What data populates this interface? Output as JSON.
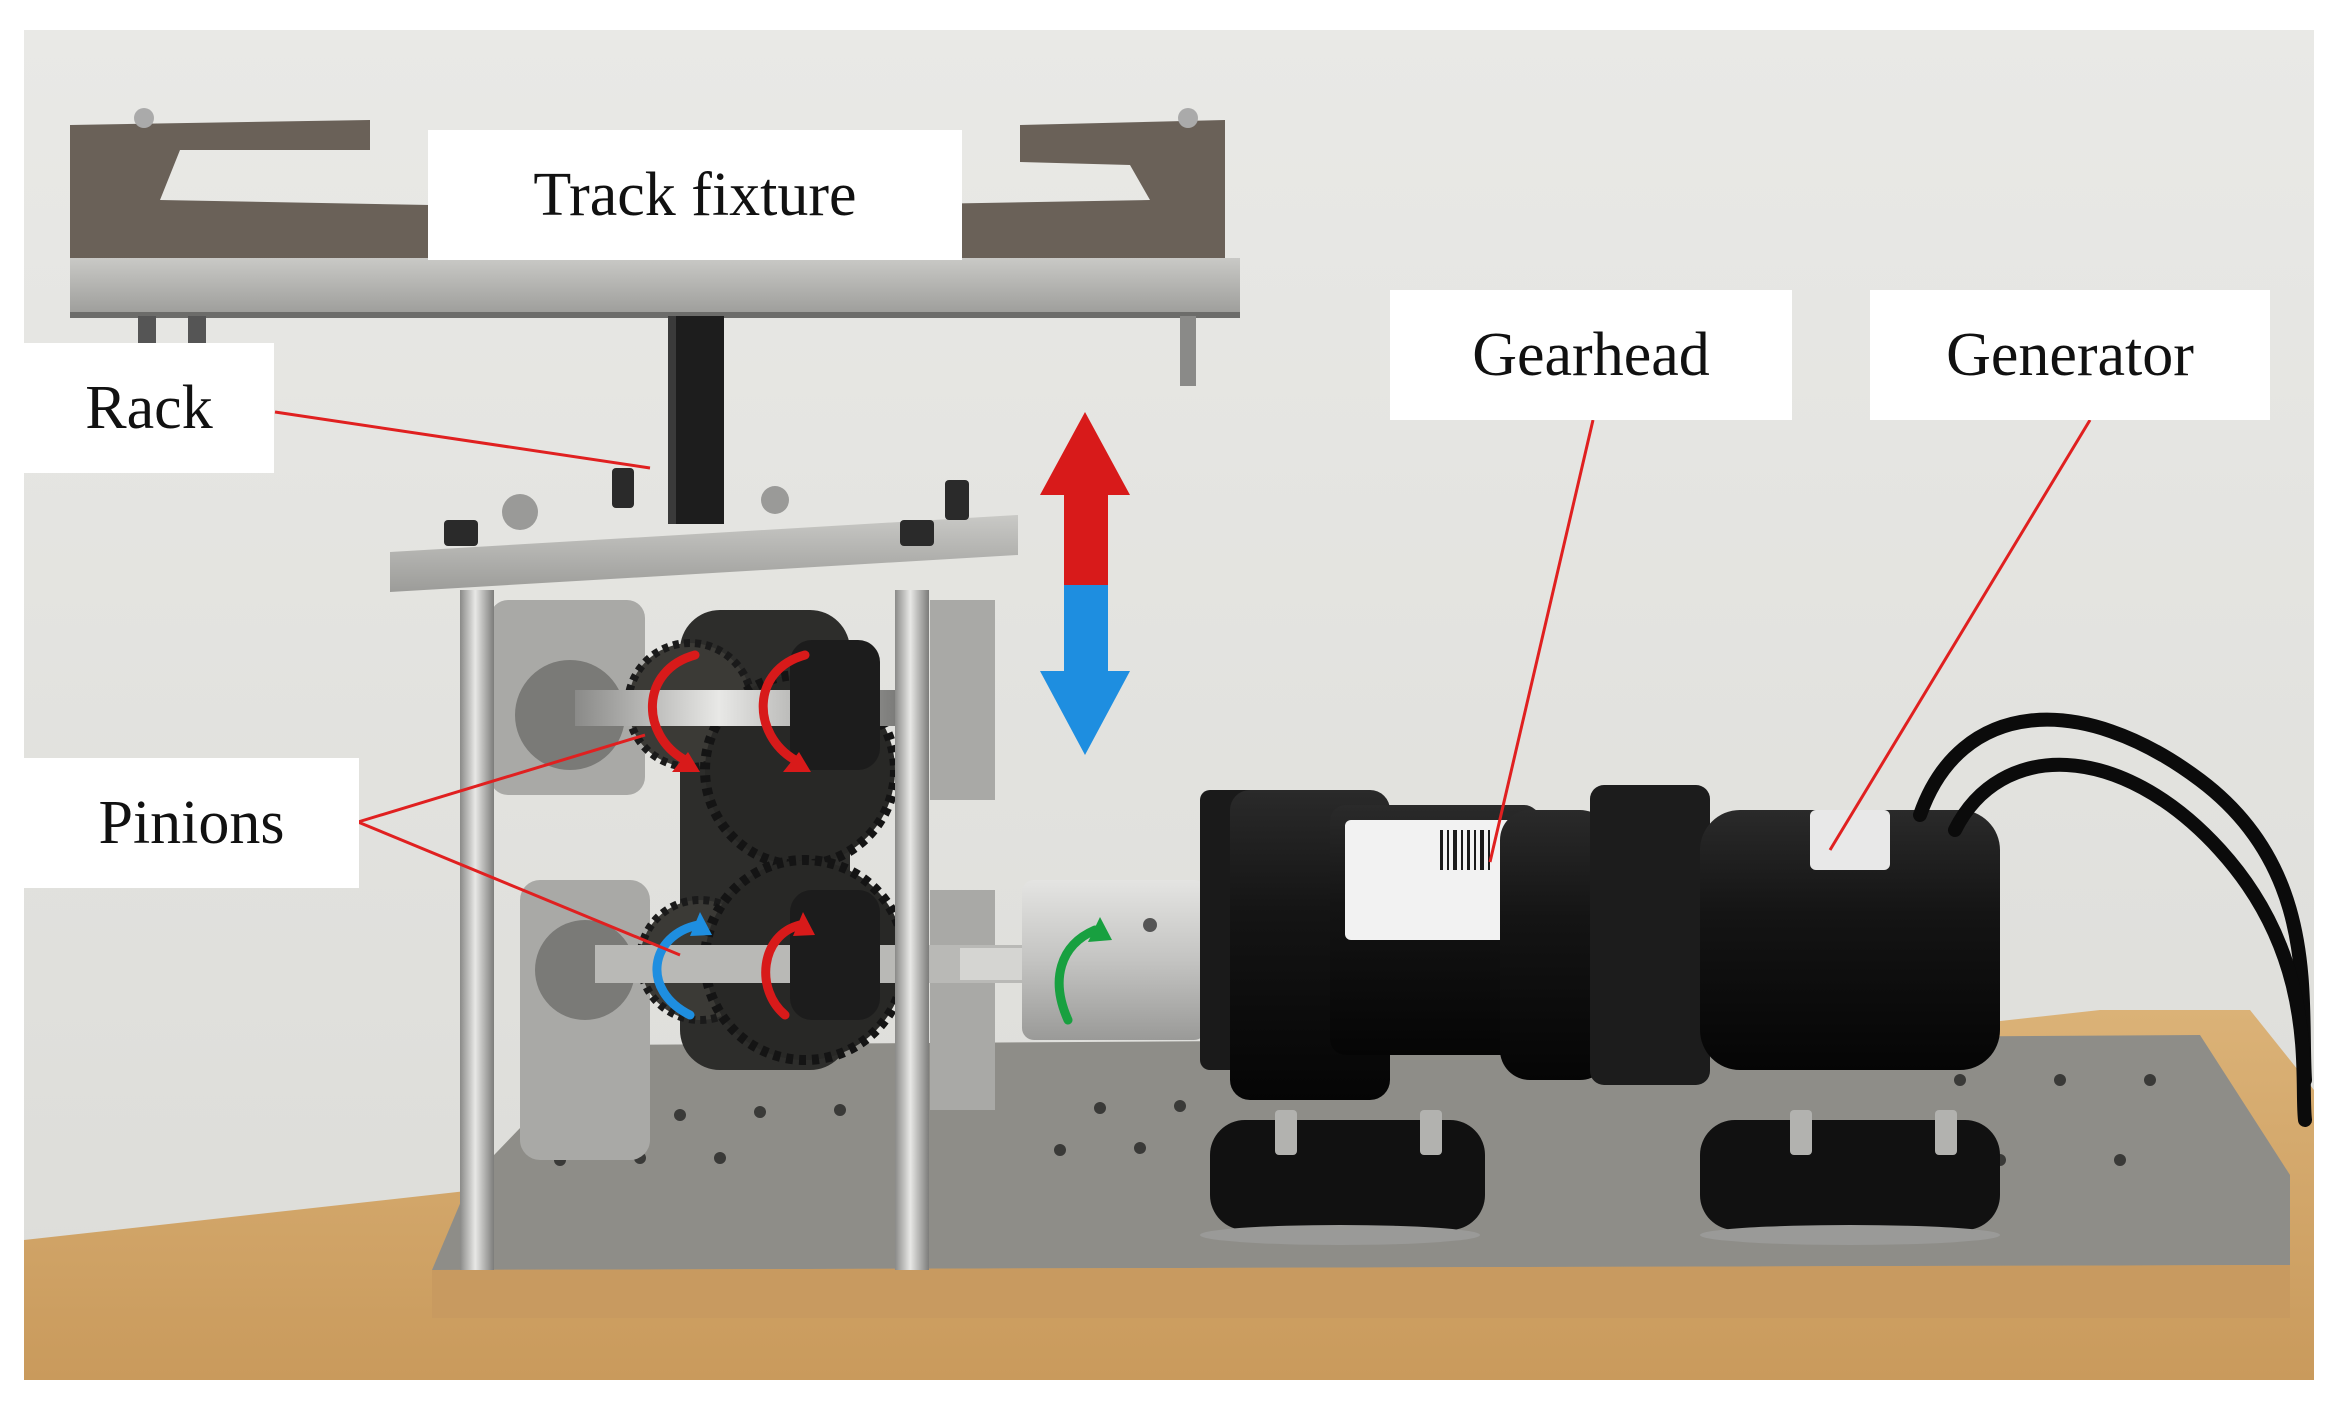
{
  "labels": {
    "track_fixture": "Track fixture",
    "rack": "Rack",
    "pinions": "Pinions",
    "gearhead": "Gearhead",
    "generator": "Generator"
  },
  "colors": {
    "wall": "#e6e6e3",
    "table": "#d2a769",
    "base_plate": "#8e8d88",
    "steel": "#b7b7b4",
    "fixture_bracket": "#6a6158",
    "motor_black": "#121212",
    "leader_line": "#e02020",
    "arrow_red": "#d81a1a",
    "arrow_blue": "#1e8ee0",
    "arrow_green": "#18a040"
  }
}
